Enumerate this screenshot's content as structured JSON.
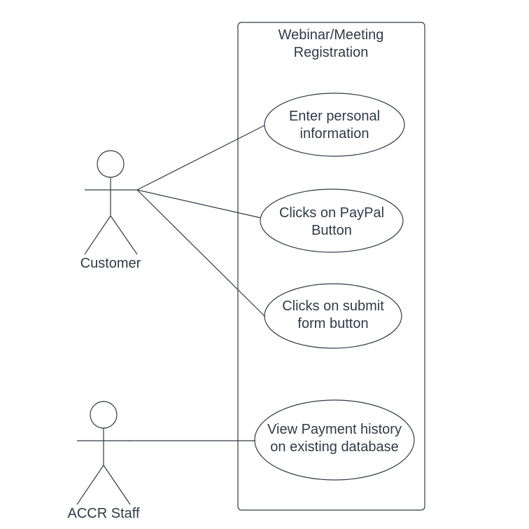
{
  "system": {
    "title_line1": "Webinar/Meeting",
    "title_line2": "Registration"
  },
  "actors": {
    "customer": {
      "label": "Customer"
    },
    "staff": {
      "label": "ACCR Staff"
    }
  },
  "use_cases": {
    "uc1": {
      "line1": "Enter personal",
      "line2": "information"
    },
    "uc2": {
      "line1": "Clicks on PayPal",
      "line2": "Button"
    },
    "uc3": {
      "line1": "Clicks on submit",
      "line2": "form button"
    },
    "uc4": {
      "line1": "View Payment history",
      "line2": "on existing database"
    }
  },
  "colors": {
    "stroke": "#333a45",
    "background": "#ffffff"
  }
}
